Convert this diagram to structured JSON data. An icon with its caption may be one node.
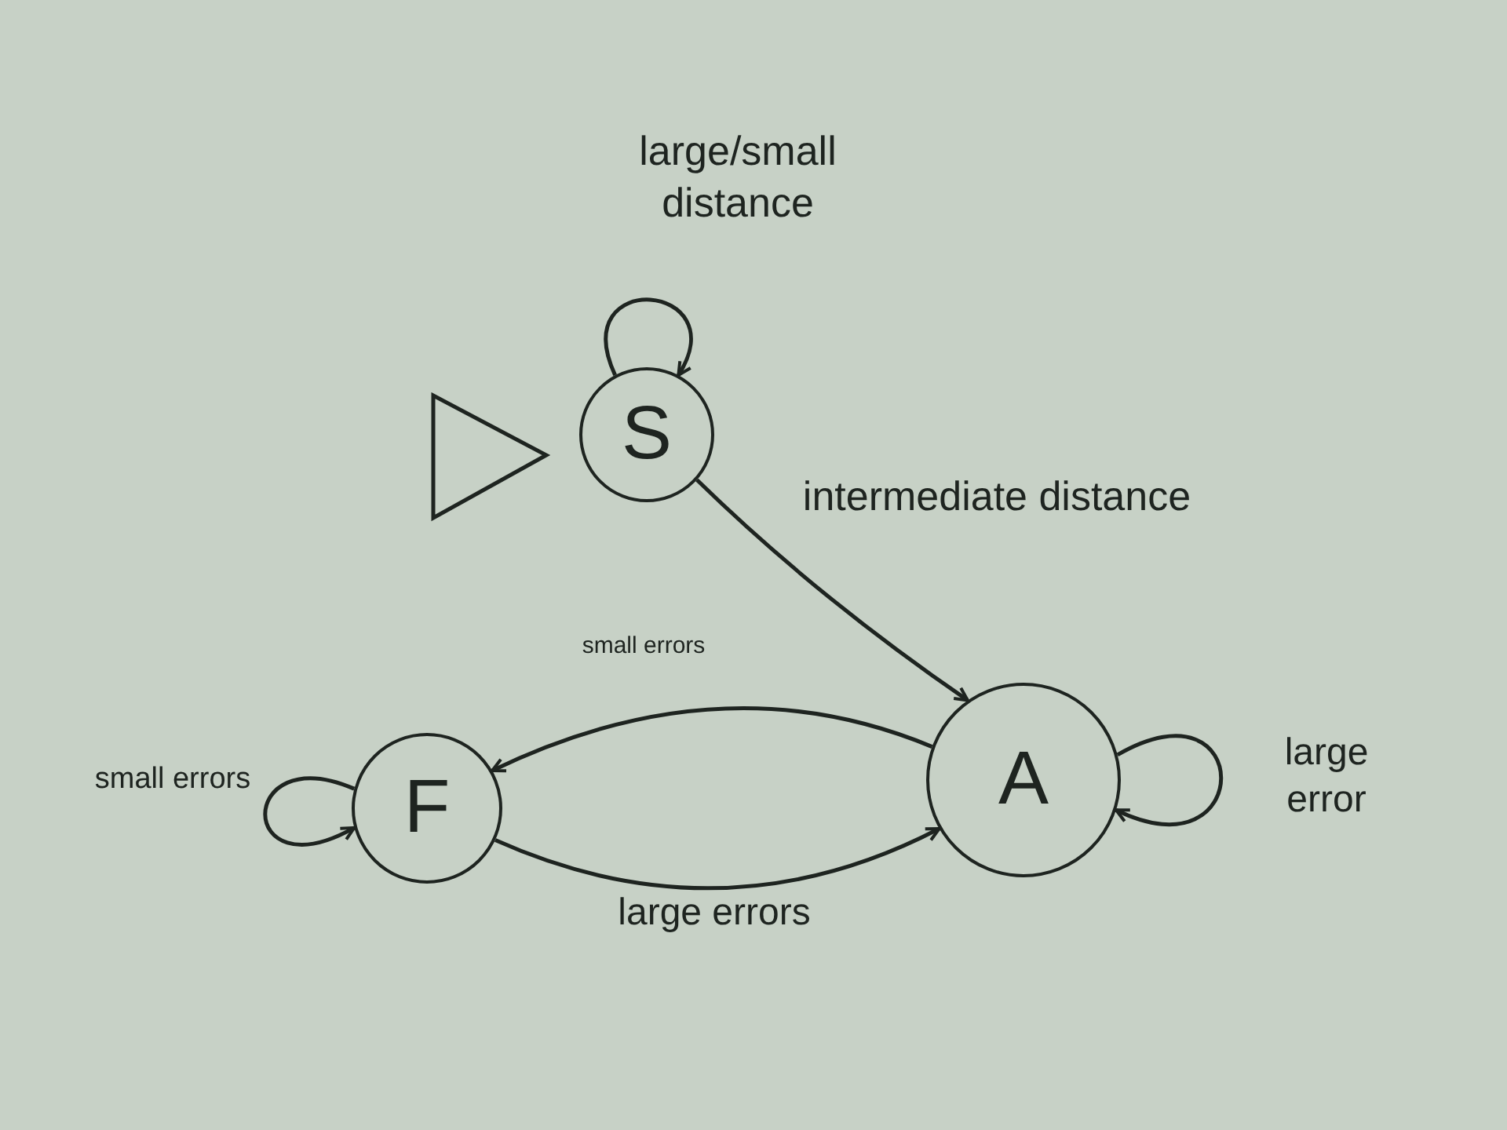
{
  "diagram": {
    "nodes": [
      {
        "text": [],
        "shape": "triangle"
      },
      {
        "text": [
          "S"
        ]
      },
      {
        "text": [
          "F"
        ]
      },
      {
        "text": [
          "A"
        ]
      }
    ],
    "edges": [
      {
        "from": 1,
        "to": 1,
        "arrow": "to",
        "label": "large/small distance"
      },
      {
        "from": 1,
        "to": 3,
        "arrow": "to",
        "label": "intermediate distance"
      },
      {
        "from": 3,
        "to": 2,
        "arrow": "to",
        "label": "small errors"
      },
      {
        "from": 2,
        "to": 2,
        "arrow": "to",
        "label": "small errors"
      },
      {
        "from": 2,
        "to": 3,
        "arrow": "to",
        "label": "large errors"
      },
      {
        "from": 3,
        "to": 3,
        "arrow": "to",
        "label": "large error"
      }
    ]
  }
}
